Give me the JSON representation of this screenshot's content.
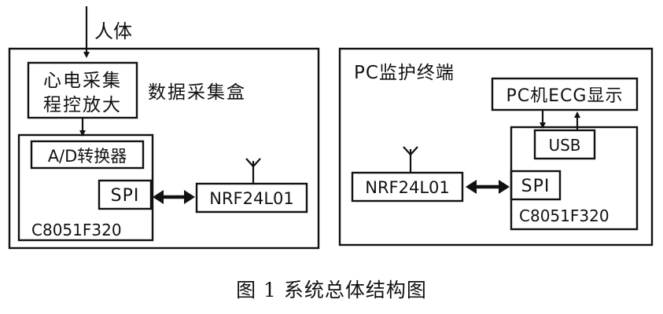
{
  "diagram": {
    "input_label": "人体",
    "acquisition": {
      "box_label": "数据采集盒",
      "ecg_amp_line1": "心电采集",
      "ecg_amp_line2": "程控放大",
      "adc": "A/D转换器",
      "spi": "SPI",
      "mcu": "C8051F320",
      "radio": "NRF24L01"
    },
    "pc": {
      "box_label": "PC监护终端",
      "display": "PC机ECG显示",
      "usb": "USB",
      "spi": "SPI",
      "mcu": "C8051F320",
      "radio": "NRF24L01"
    }
  },
  "caption": "图 1  系统总体结构图"
}
